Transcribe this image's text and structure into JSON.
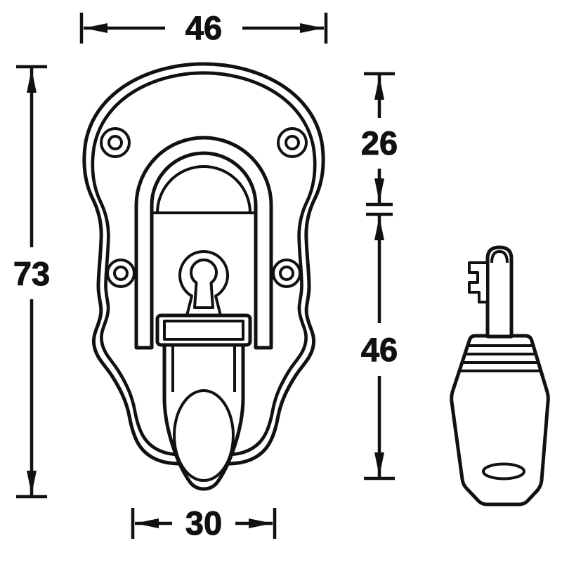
{
  "diagram": {
    "type": "technical-drawing",
    "dimensions": {
      "top_width": "46",
      "left_height": "73",
      "right_upper": "26",
      "right_lower": "46",
      "bottom_width": "30"
    },
    "parts": {
      "latch": "drawbolt-latch-front-view",
      "key": "key-side-view"
    },
    "colors": {
      "line": "#111111",
      "background": "#ffffff"
    }
  }
}
